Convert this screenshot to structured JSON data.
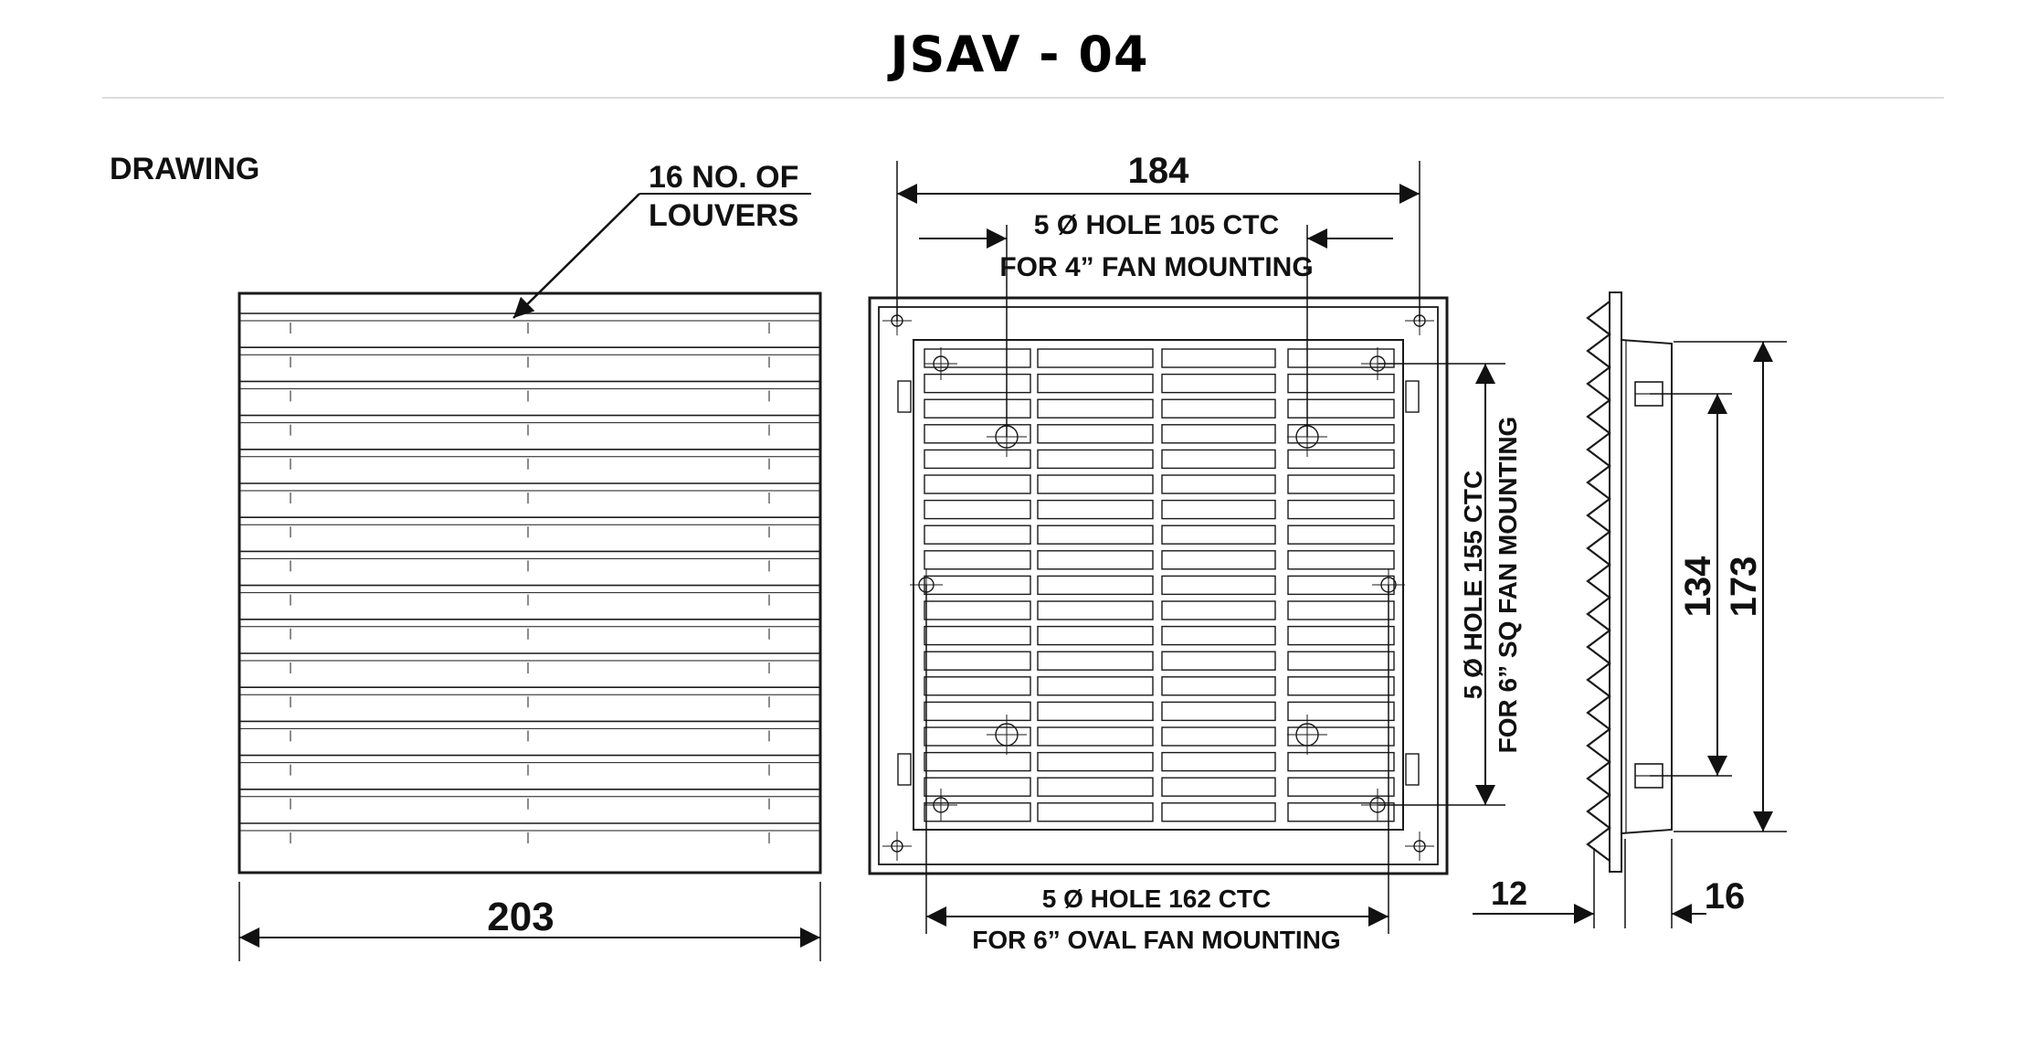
{
  "title": "JSAV - 04",
  "section_label": "DRAWING",
  "front_view": {
    "louvers_note_line1": "16 NO. OF",
    "louvers_note_line2": "LOUVERS",
    "width_dim": "203"
  },
  "back_view": {
    "width_dim": "184",
    "hole_4in_line1": "5 Ø HOLE 105 CTC",
    "hole_4in_line2": "FOR 4” FAN MOUNTING",
    "hole_6in_oval_line1": "5 Ø HOLE 162 CTC",
    "hole_6in_oval_line2": "FOR 6” OVAL FAN MOUNTING",
    "hole_6in_sq_line1": "5 Ø HOLE 155 CTC",
    "hole_6in_sq_line2": "FOR 6” SQ FAN MOUNTING"
  },
  "side_view": {
    "height_outer_dim": "173",
    "height_inner_dim": "134",
    "depth_front_dim": "12",
    "depth_back_dim": "16"
  },
  "colors": {
    "line": "#1a1a1a",
    "rule": "#dddddd"
  }
}
